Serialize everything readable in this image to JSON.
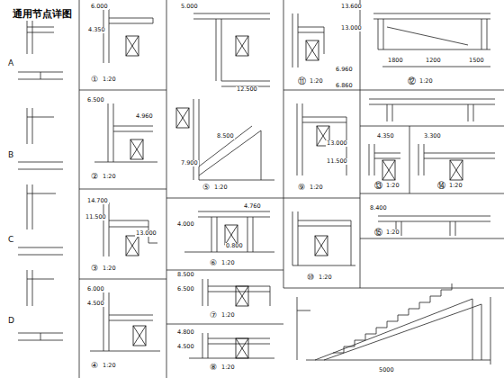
{
  "diagram": {
    "title": "通用节点详图",
    "labels": [
      "A",
      "B",
      "C",
      "D",
      "6.000",
      "4.350",
      "①",
      "1:20",
      "6.500",
      "4.960",
      "②",
      "1:20",
      "14.700",
      "11.500",
      "13.000",
      "③",
      "1:20",
      "6.000",
      "4.500",
      "④",
      "1:20",
      "5.000",
      "12.500",
      "8.500",
      "7.900",
      "⑤",
      "1:20",
      "4.760",
      "4.000",
      "0.800",
      "⑥",
      "1:20",
      "8.500",
      "6.500",
      "⑦",
      "1:20",
      "4.800",
      "4.500",
      "⑧",
      "1:20",
      "13.600",
      "13.000",
      "6.960",
      "⑪",
      "1:20",
      "13.000",
      "11.500",
      "⑨",
      "1:20",
      "⑩",
      "1:20",
      "1800",
      "1200",
      "1500",
      "⑫",
      "1:20",
      "4.350",
      "3.300",
      "⑬",
      "1:20",
      "⑭",
      "1:20",
      "8.400",
      "⑮",
      "1:20",
      "5000",
      "6.860"
    ]
  }
}
